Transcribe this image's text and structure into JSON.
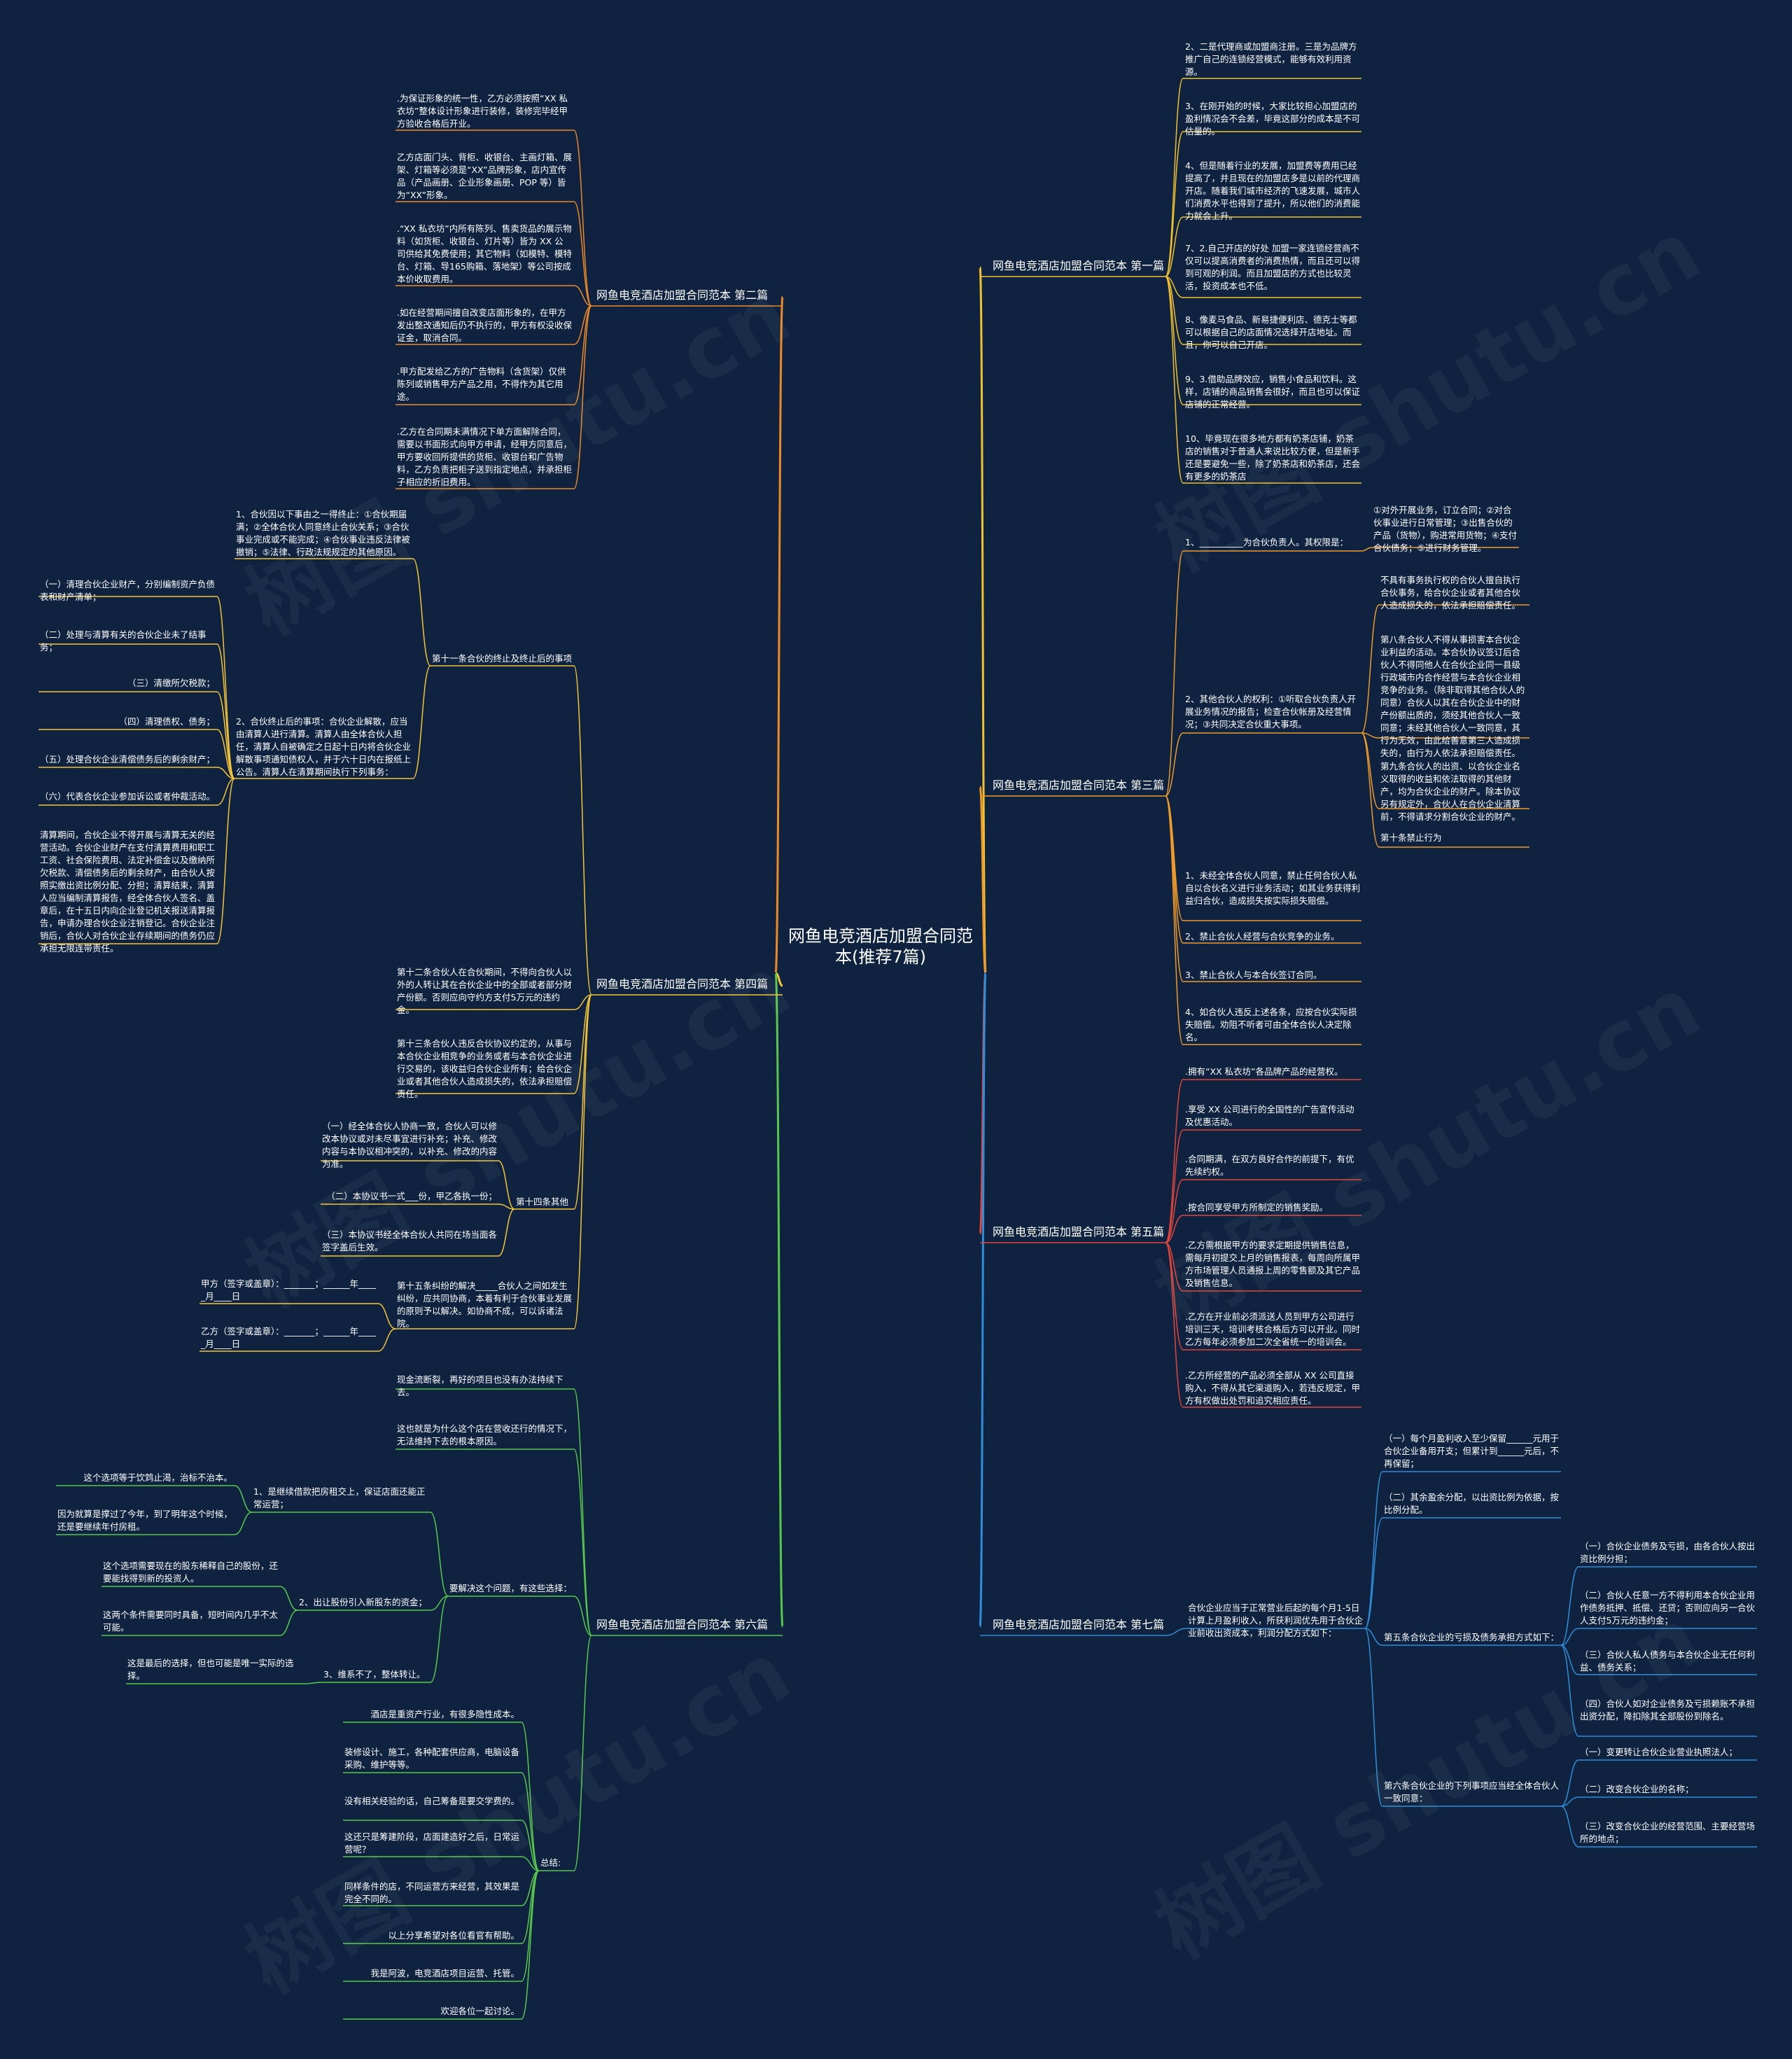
{
  "colors": {
    "background": "#0f2340",
    "text": "#ffffff",
    "b1": "#f2c12e",
    "b2": "#ee8a26",
    "b3": "#f09a2a",
    "b4": "#f5c537",
    "b5": "#e2463a",
    "b6": "#59c84d",
    "b7": "#2f8ed9"
  },
  "watermark": "树图 shutu.cn",
  "root": {
    "label": "网鱼电竞酒店加盟合同范\n本(推荐7篇)"
  },
  "branches": {
    "b1": {
      "label": "网鱼电竞酒店加盟合同范本 第一篇",
      "items": [
        "2、二是代理商或加盟商注册。三是为品牌方推广自己的连锁经营模式，能够有效利用资源。",
        "3、在刚开始的时候，大家比较担心加盟店的盈利情况会不会差，毕竟这部分的成本是不可估量的。",
        "4、但是随着行业的发展，加盟费等费用已经提高了，并且现在的加盟店多是以前的代理商开店。随着我们城市经济的飞速发展，城市人们消费水平也得到了提升，所以他们的消费能力就会上升。",
        "7、2.自己开店的好处 加盟一家连锁经营商不仅可以提高消费者的消费热情，而且还可以得到可观的利润。而且加盟店的方式也比较灵活，投资成本也不低。",
        "8、像麦马食品、新易捷便利店、德克士等都可以根据自己的店面情况选择开店地址。而且，你可以自己开店。",
        "9、3.借助品牌效应，销售小食品和饮料。这样，店铺的商品销售会很好，而且也可以保证店铺的正常经营。",
        "10、毕竟现在很多地方都有奶茶店铺，奶茶店的销售对于普通人来说比较方便，但是新手还是要避免一些，除了奶茶店和奶茶店，还会有更多的奶茶店"
      ]
    },
    "b2": {
      "label": "网鱼电竞酒店加盟合同范本 第二篇",
      "items": [
        ".为保证形象的统一性，乙方必须按照“XX 私衣坊”整体设计形象进行装修，装修完毕经甲方验收合格后开业。",
        "乙方店面门头、背柜、收银台、主画灯箱、展架、灯箱等必须是“XX”品牌形象，店内宣传品（产品画册、企业形象画册、POP 等）皆为“XX”形象。",
        ".“XX 私衣坊”内所有陈列、售卖货品的展示物料（如货柜、收银台、灯片等）皆为 XX 公司供给其免费使用；其它物料（如模特、模特台、灯箱、导165购箱、落地架）等公司按成本价收取费用。",
        ".如在经营期间擅自改变店面形象的，在甲方发出整改通知后仍不执行的，甲方有权没收保证金，取消合同。",
        ".甲方配发给乙方的广告物料（含货架）仅供陈列或销售甲方产品之用，不得作为其它用途。",
        ".乙方在合同期未满情况下单方面解除合同，需要以书面形式向甲方申请，经甲方同意后，甲方要收回所提供的货柜、收银台和广告物料，乙方负责把柜子送到指定地点，并承担柜子相应的折旧费用。"
      ]
    },
    "b3": {
      "label": "网鱼电竞酒店加盟合同范本 第三篇",
      "n1": "1、__________为合伙负责人。其权限是：",
      "n1c": "①对外开展业务，订立合同；②对合伙事业进行日常管理；③出售合伙的产品（货物），购进常用货物；④支付合伙债务；⑤进行财务管理。",
      "n2": "2、其他合伙人的权利：①听取合伙负责人开展业务情况的报告；检查合伙帐册及经营情况；③共同决定合伙重大事项。",
      "n2c": [
        "不具有事务执行权的合伙人擅自执行合伙事务，给合伙企业或者其他合伙人造成损失的，依法承担赔偿责任。",
        "第八条合伙人不得从事损害本合伙企业利益的活动。本合伙协议签订后合伙人不得同他人在合伙企业同一县级行政城市内合作经营与本合伙企业相竞争的业务。（除非取得其他合伙人的同意）合伙人以其在合伙企业中的财产份额出质的，须经其他合伙人一致同意；未经其他合伙人一致同意，其行为无效，由此给善意第三人造成损失的，由行为人依法承担赔偿责任。",
        "第九条合伙人的出资、以合伙企业名义取得的收益和依法取得的其他财产，均为合伙企业的财产。除本协议另有规定外，合伙人在合伙企业清算前，不得请求分割合伙企业的财产。",
        "第十条禁止行为"
      ],
      "rest": [
        "1、未经全体合伙人同意，禁止任何合伙人私自以合伙名义进行业务活动；如其业务获得利益归合伙，造成损失按实际损失赔偿。",
        "2、禁止合伙人经营与合伙竞争的业务。",
        "3、禁止合伙人与本合伙签订合同。",
        "4、如合伙人违反上述各条，应按合伙实际损失赔偿。劝阻不听者可由全体合伙人决定除名。"
      ]
    },
    "b4": {
      "label": "网鱼电竞酒店加盟合同范本 第四篇",
      "s11": {
        "label": "第十一条合伙的终止及终止后的事项",
        "i1": "1、合伙因以下事由之一得终止：①合伙期届满；②全体合伙人同意终止合伙关系；③合伙事业完成或不能完成；④合伙事业违反法律被撤销；⑤法律、行政法规规定的其他原因。",
        "i2": "2、合伙终止后的事项：合伙企业解散，应当由清算人进行清算。清算人由全体合伙人担任，清算人自被确定之日起十日内将合伙企业解散事项通知债权人，并于六十日内在报纸上公告。清算人在清算期间执行下列事务：",
        "i2c": [
          "（一）清理合伙企业财产，分别编制资产负债表和财产清单；",
          "（二）处理与清算有关的合伙企业未了结事务；",
          "（三）清缴所欠税款；",
          "（四）清理债权、债务；",
          "（五）处理合伙企业清偿债务后的剩余财产；",
          "（六）代表合伙企业参加诉讼或者仲裁活动。",
          "清算期间，合伙企业不得开展与清算无关的经营活动。合伙企业财产在支付清算费用和职工工资、社会保险费用、法定补偿金以及缴纳所欠税款、清偿债务后的剩余财产，由合伙人按照实缴出资比例分配、分担；清算结束，清算人应当编制清算报告，经全体合伙人签名、盖章后，在十五日内向企业登记机关报送清算报告，申请办理合伙企业注销登记。合伙企业注销后，合伙人对合伙企业存续期间的债务仍应承担无限连带责任。"
        ]
      },
      "s12": "第十二条合伙人在合伙期间，不得向合伙人以外的人转让其在合伙企业中的全部或者部分财产份额。否则应向守约方支付5万元的违约金。",
      "s13": "第十三条合伙人违反合伙协议约定的，从事与本合伙企业相竞争的业务或者与本合伙企业进行交易的，该收益归合伙企业所有；给合伙企业或者其他合伙人造成损失的，依法承担赔偿责任。",
      "s14": {
        "label": "第十四条其他",
        "items": [
          "（一）经全体合伙人协商一致，合伙人可以修改本协议或对未尽事宜进行补充；补充、修改内容与本协议相冲突的，以补充、修改的内容为准。",
          "（二）本协议书一式___份，甲乙各执一份；",
          "（三）本协议书经全体合伙人共同在场当面各签字盖后生效。"
        ]
      },
      "s15": {
        "label": "第十五条纠纷的解决_____合伙人之间如发生纠纷，应共同协商，本着有利于合伙事业发展的原则予以解决。如协商不成，可以诉诸法院。",
        "items": [
          "甲方（签字或盖章）：_______；______年_____月____日",
          "乙方（签字或盖章）：_______；______年_____月____日"
        ]
      }
    },
    "b5": {
      "label": "网鱼电竞酒店加盟合同范本 第五篇",
      "items": [
        ".拥有“XX 私衣坊”各品牌产品的经营权。",
        ".享受 XX 公司进行的全国性的广告宣传活动及优惠活动。",
        ".合同期满，在双方良好合作的前提下，有优先续约权。",
        ".按合同享受甲方所制定的销售奖励。",
        ".乙方需根据甲方的要求定期提供销售信息，需每月初提交上月的销售报表，每周向所属甲方市场管理人员通报上周的零售额及其它产品及销售信息。",
        ".乙方在开业前必须派送人员到甲方公司进行培训三天，培训考核合格后方可以开业。同时乙方每年必须参加二次全省统一的培训会。",
        ".乙方所经营的产品必须全部从 XX 公司直接购入，不得从其它渠道购入，若违反规定，甲方有权做出处罚和追究相应责任。"
      ]
    },
    "b6": {
      "label": "网鱼电竞酒店加盟合同范本 第六篇",
      "top": [
        "现金流断裂，再好的项目也没有办法持续下去。",
        "这也就是为什么这个店在营收还行的情况下，无法维持下去的根本原因。"
      ],
      "q": {
        "label": "要解决这个问题，有这些选择：",
        "o1": {
          "label": "1、是继续借款把房租交上，保证店面还能正常运营；",
          "items": [
            "这个选项等于饮鸩止渴，治标不治本。",
            "因为就算是撑过了今年，到了明年这个时候，还是要继续年付房租。"
          ]
        },
        "o2": {
          "label": "2、出让股份引入新股东的资金；",
          "items": [
            "这个选项需要现在的股东稀释自己的股份，还要能找得到新的投资人。",
            "这两个条件需要同时具备，短时间内几乎不太可能。"
          ]
        },
        "o3": {
          "label": "3、维系不了，整体转让。",
          "items": [
            "这是最后的选择，但也可能是唯一实际的选择。"
          ]
        }
      },
      "sum": {
        "label": "总结:",
        "items": [
          "酒店是重资产行业，有很多隐性成本。",
          "装修设计、施工，各种配套供应商，电脑设备采购、维护等等。",
          "没有相关经验的话，自己筹备是要交学费的。",
          "这还只是筹建阶段，店面建造好之后，日常运营呢？",
          "同样条件的店，不同运营方来经营，其效果是完全不同的。",
          "以上分享希望对各位看官有帮助。",
          "我是阿波，电竞酒店项目运营、托管。",
          "欢迎各位一起讨论。"
        ]
      }
    },
    "b7": {
      "label": "网鱼电竞酒店加盟合同范本 第七篇",
      "n1": "（一）每个月盈利收入至少保留______元用于合伙企业备用开支；但累计到______元后，不再保留；",
      "n2": "（二）其余盈余分配，以出资比例为依据，按比例分配。",
      "mid": "合伙企业应当于正常营业后起的每个月1-5日计算上月盈利收入，所获利润优先用于合伙企业前收出资成本，利润分配方式如下：",
      "n5": {
        "label": "第五条合伙企业的亏损及债务承担方式如下：",
        "items": [
          "（一）合伙企业债务及亏损，由各合伙人按出资比例分担；",
          "（二）合伙人任意一方不得利用本合伙企业用作债务抵押、抵偿、还贷；否则应向另一合伙人支付5万元的违约金；",
          "（三）合伙人私人债务与本合伙企业无任何利益、债务关系；",
          "（四）合伙人如对企业债务及亏损赖账不承担出资分配，降扣除其全部股份到除名。"
        ]
      },
      "n6": {
        "label": "第六条合伙企业的下列事项应当经全体合伙人一致同意：",
        "items": [
          "（一）变更转让合伙企业营业执照法人；",
          "（二）改变合伙企业的名称；",
          "（三）改变合伙企业的经营范围、主要经营场所的地点；"
        ]
      }
    }
  }
}
